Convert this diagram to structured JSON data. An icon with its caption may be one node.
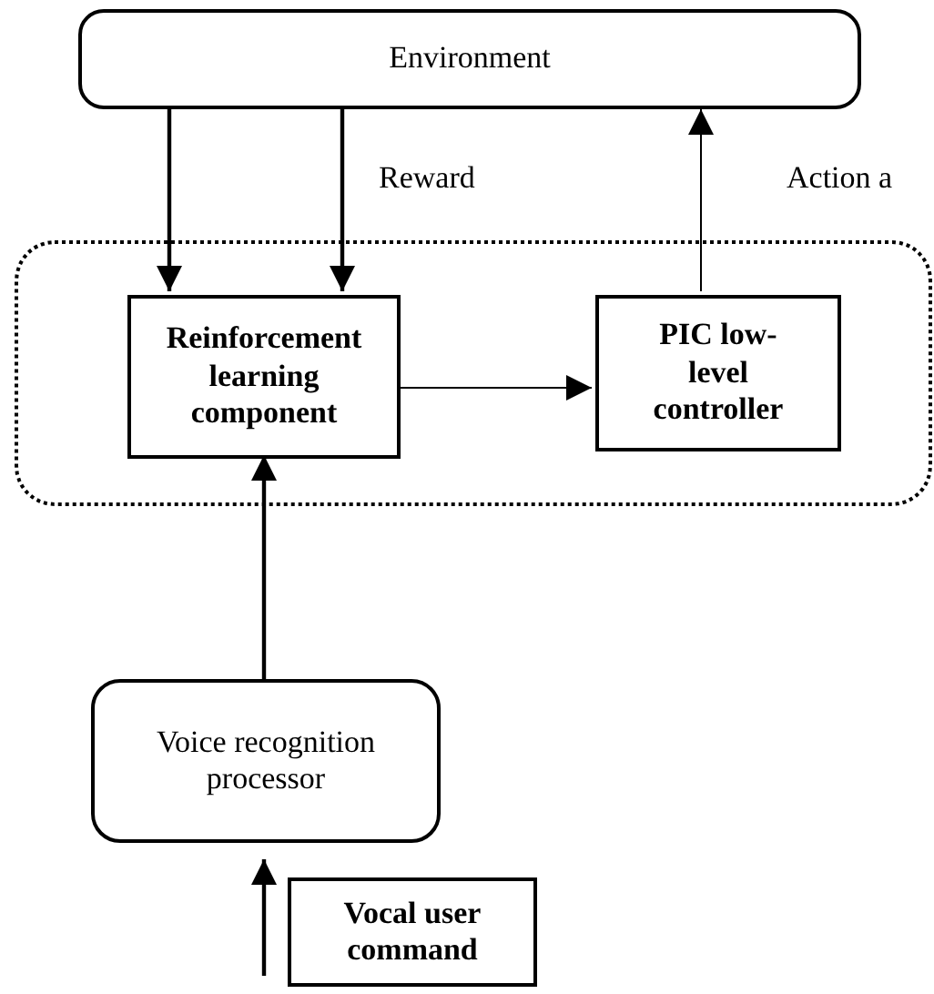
{
  "diagram": {
    "nodes": [
      {
        "text": [
          "Environment"
        ]
      },
      {
        "text": [],
        "shape": "box"
      },
      {
        "text": [
          "Reinforcement learning component"
        ],
        "in": 1
      },
      {
        "text": [
          "PIC low-level controller"
        ],
        "in": 1
      },
      {
        "text": [
          "Voice recognition processor"
        ]
      },
      {
        "text": [
          "Vocal user command"
        ]
      }
    ],
    "edges": [
      {
        "from": 0,
        "to": 2,
        "arrow": "to"
      },
      {
        "from": 0,
        "to": 2,
        "arrow": "to"
      },
      {
        "from": 3,
        "to": 0,
        "arrow": "to"
      },
      {
        "from": 2,
        "to": 3,
        "arrow": "to"
      },
      {
        "from": 4,
        "to": 2,
        "arrow": "to"
      },
      {
        "from": null,
        "to": 4,
        "arrow": "to"
      }
    ],
    "labels": [
      "Reward",
      "Action a"
    ]
  }
}
